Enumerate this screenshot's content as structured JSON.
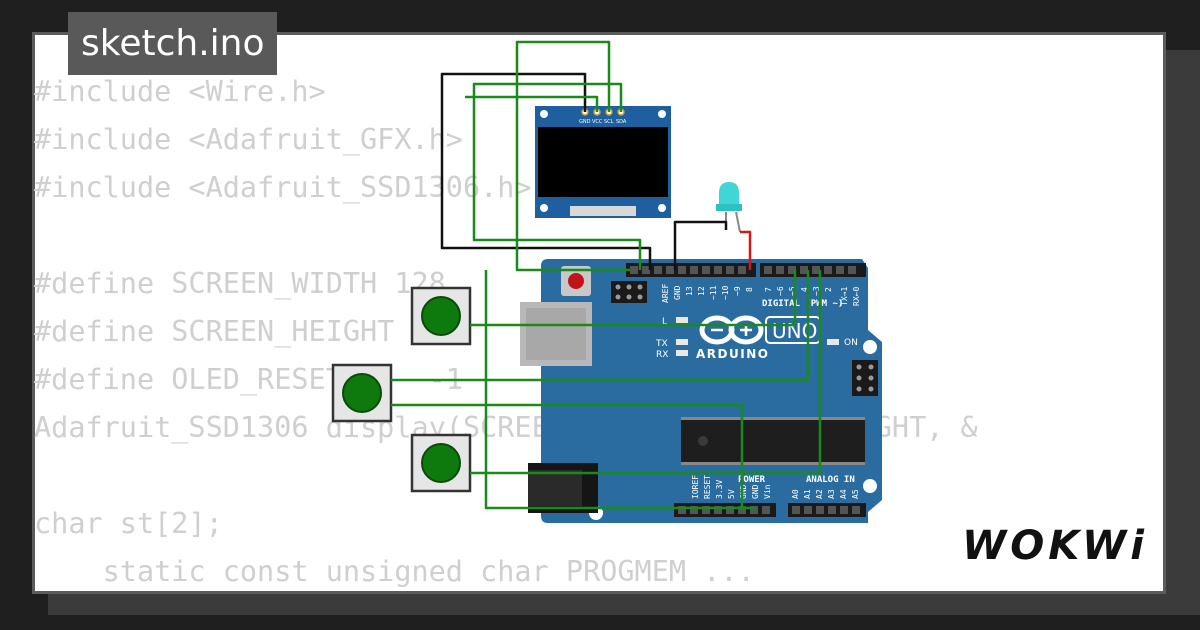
{
  "tab": {
    "title": "sketch.ino"
  },
  "code_lines": [
    "#include <Wire.h>",
    "#include <Adafruit_GFX.h>",
    "#include <Adafruit_SSD1306.h>",
    "",
    "#define SCREEN_WIDTH 128",
    "#define SCREEN_HEIGHT 64",
    "#define OLED_RESET     -1",
    "Adafruit_SSD1306 display(SCREEN_WIDTH, SCREEN_HEIGHT, &",
    "",
    "char st[2];",
    "    static const unsigned char PROGMEM ..."
  ],
  "brand": {
    "name": "WOKWi"
  },
  "oled": {
    "pins": [
      "GND",
      "VCC",
      "SCL",
      "SDA"
    ]
  },
  "arduino": {
    "brand": "ARDUINO",
    "model": "UNO",
    "on_label": "ON",
    "led_labels": [
      "L",
      "TX",
      "RX"
    ],
    "digital_label": "DIGITAL (PWM ~)",
    "digital_pins": [
      "AREF",
      "GND",
      "13",
      "12",
      "~11",
      "~10",
      "~9",
      "8",
      "7",
      "~6",
      "~5",
      "4",
      "~3",
      "2",
      "TX→1",
      "RX←0"
    ],
    "power_label": "POWER",
    "power_pins": [
      "IOREF",
      "RESET",
      "3.3V",
      "5V",
      "GND",
      "GND",
      "Vin"
    ],
    "analog_label": "ANALOG IN",
    "analog_pins": [
      "A0",
      "A1",
      "A2",
      "A3",
      "A4",
      "A5"
    ]
  },
  "colors": {
    "board": "#2a6ca0",
    "wire_green": "#1a8a1a",
    "wire_black": "#111111",
    "wire_red": "#d01a1a",
    "led": "#3fd6d6",
    "button_cap": "#0e7a0e"
  }
}
